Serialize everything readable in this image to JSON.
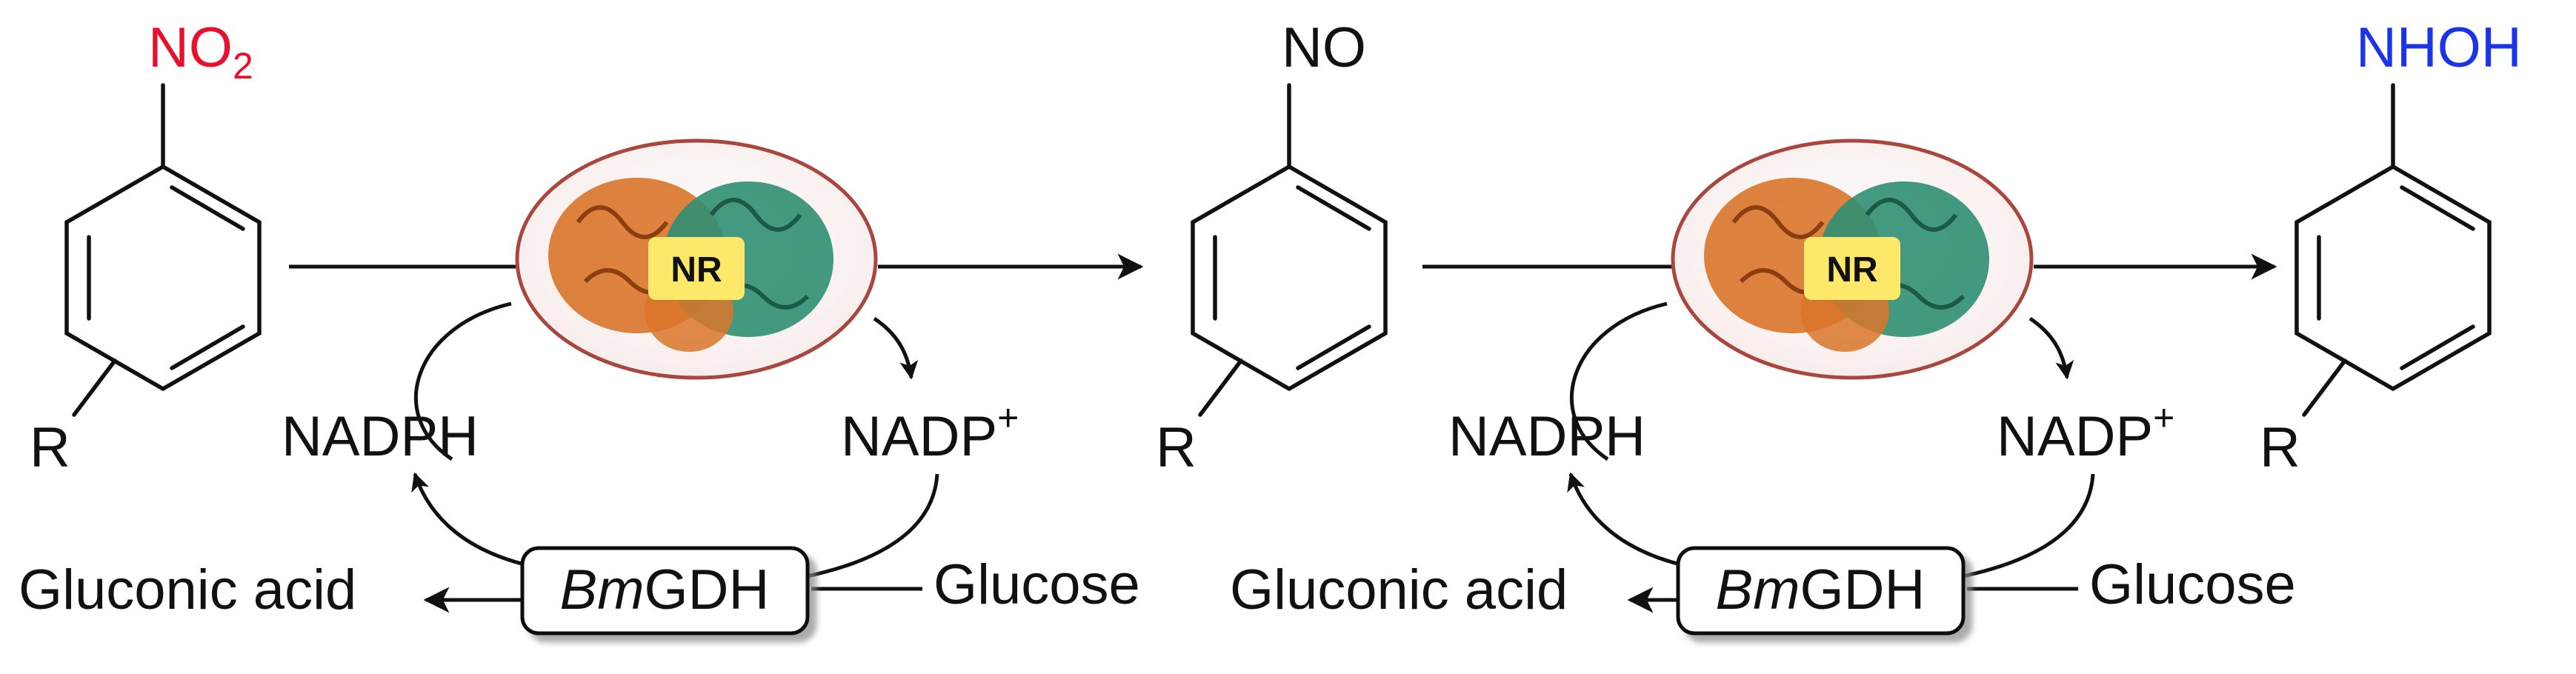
{
  "colors": {
    "nitro": "#e8112d",
    "hydroxylamine": "#1a35e8",
    "enzyme_orange": "#d9752a",
    "enzyme_green": "#2f8f73",
    "enzyme_border": "#a9473f",
    "badge": "#fde86a"
  },
  "molecules": [
    {
      "group_main": "NO",
      "group_sub": "2",
      "substituent": "R",
      "group_color": "nitro"
    },
    {
      "group_main": "NO",
      "group_sub": "",
      "substituent": "R",
      "group_color": ""
    },
    {
      "group_main": "NHOH",
      "group_sub": "",
      "substituent": "R",
      "group_color": "hydroxylamine"
    }
  ],
  "steps": [
    {
      "enzyme": "NR",
      "cofactor_reduced": "NADPH",
      "cofactor_oxidized_main": "NADP",
      "cofactor_oxidized_sup": "+",
      "regen_enzyme_italic": "Bm",
      "regen_enzyme_rest": "GDH",
      "product": "Gluconic acid",
      "substrate": "Glucose"
    },
    {
      "enzyme": "NR",
      "cofactor_reduced": "NADPH",
      "cofactor_oxidized_main": "NADP",
      "cofactor_oxidized_sup": "+",
      "regen_enzyme_italic": "Bm",
      "regen_enzyme_rest": "GDH",
      "product": "Gluconic acid",
      "substrate": "Glucose"
    }
  ]
}
